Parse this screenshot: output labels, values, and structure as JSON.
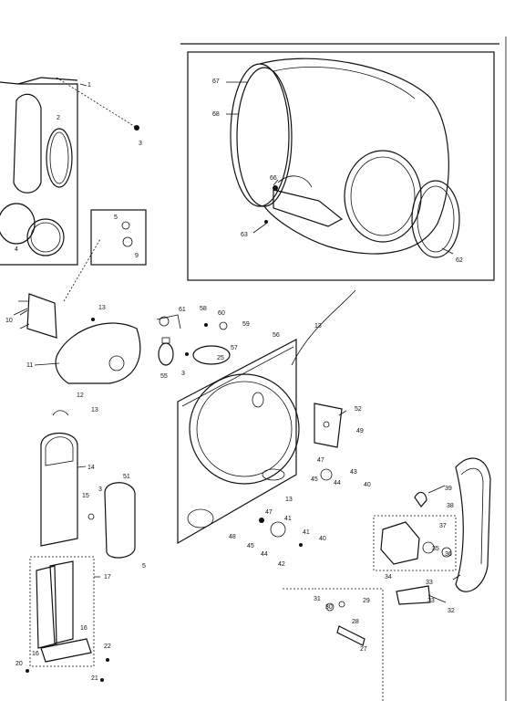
{
  "callouts": [
    {
      "id": "1",
      "text": "1"
    },
    {
      "id": "2",
      "text": "2"
    },
    {
      "id": "3a",
      "text": "3"
    },
    {
      "id": "4",
      "text": "4"
    },
    {
      "id": "5a",
      "text": "5"
    },
    {
      "id": "9",
      "text": "9"
    },
    {
      "id": "10",
      "text": "10"
    },
    {
      "id": "11",
      "text": "11"
    },
    {
      "id": "13a",
      "text": "13"
    },
    {
      "id": "12",
      "text": "12"
    },
    {
      "id": "13b",
      "text": "13"
    },
    {
      "id": "14",
      "text": "14"
    },
    {
      "id": "15",
      "text": "15"
    },
    {
      "id": "3b",
      "text": "3"
    },
    {
      "id": "51",
      "text": "51"
    },
    {
      "id": "5b",
      "text": "5"
    },
    {
      "id": "17",
      "text": "17"
    },
    {
      "id": "16a",
      "text": "16"
    },
    {
      "id": "16b",
      "text": "16"
    },
    {
      "id": "20",
      "text": "20"
    },
    {
      "id": "22",
      "text": "22"
    },
    {
      "id": "21",
      "text": "21"
    },
    {
      "id": "67",
      "text": "67"
    },
    {
      "id": "68",
      "text": "68"
    },
    {
      "id": "66",
      "text": "66"
    },
    {
      "id": "63",
      "text": "63"
    },
    {
      "id": "62",
      "text": "62"
    },
    {
      "id": "61",
      "text": "61"
    },
    {
      "id": "58",
      "text": "58"
    },
    {
      "id": "60",
      "text": "60"
    },
    {
      "id": "59",
      "text": "59"
    },
    {
      "id": "56",
      "text": "56"
    },
    {
      "id": "13c",
      "text": "13"
    },
    {
      "id": "57",
      "text": "57"
    },
    {
      "id": "25",
      "text": "25"
    },
    {
      "id": "55",
      "text": "55"
    },
    {
      "id": "3c",
      "text": "3"
    },
    {
      "id": "52",
      "text": "52"
    },
    {
      "id": "49",
      "text": "49"
    },
    {
      "id": "47a",
      "text": "47"
    },
    {
      "id": "43",
      "text": "43"
    },
    {
      "id": "44a",
      "text": "44"
    },
    {
      "id": "45a",
      "text": "45"
    },
    {
      "id": "40a",
      "text": "40"
    },
    {
      "id": "13d",
      "text": "13"
    },
    {
      "id": "47b",
      "text": "47"
    },
    {
      "id": "41a",
      "text": "41"
    },
    {
      "id": "45b",
      "text": "45"
    },
    {
      "id": "44b",
      "text": "44"
    },
    {
      "id": "42",
      "text": "42"
    },
    {
      "id": "41b",
      "text": "41"
    },
    {
      "id": "40b",
      "text": "40"
    },
    {
      "id": "48",
      "text": "48"
    },
    {
      "id": "39",
      "text": "39"
    },
    {
      "id": "38",
      "text": "38"
    },
    {
      "id": "37",
      "text": "37"
    },
    {
      "id": "36",
      "text": "36"
    },
    {
      "id": "35",
      "text": "35"
    },
    {
      "id": "34",
      "text": "34"
    },
    {
      "id": "33a",
      "text": "33"
    },
    {
      "id": "33b",
      "text": "33"
    },
    {
      "id": "32",
      "text": "32"
    },
    {
      "id": "31",
      "text": "31"
    },
    {
      "id": "30",
      "text": "30"
    },
    {
      "id": "29",
      "text": "29"
    },
    {
      "id": "28",
      "text": "28"
    },
    {
      "id": "27",
      "text": "27"
    }
  ]
}
